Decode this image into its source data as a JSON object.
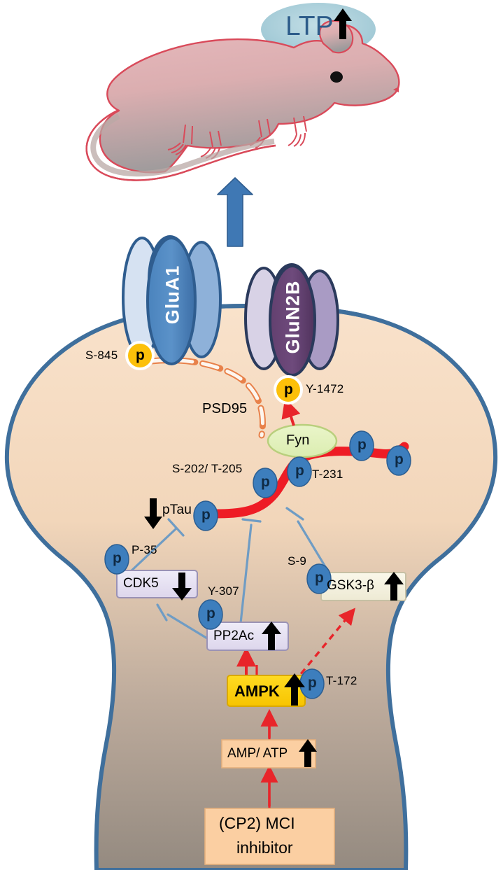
{
  "figure": {
    "title": "CP2 MCI inhibitor signaling pathway in neuron",
    "background": "#ffffff"
  },
  "colors": {
    "membrane_outline": "#3f6f9c",
    "cytosol_top": "#f7ddc3",
    "cytosol_bottom": "#9b9086",
    "glua1_core": "#3f78b4",
    "glua1_side_light": "#d6e2f2",
    "glua1_side_mid": "#8eb1d9",
    "glun2b_core": "#5b3a72",
    "glun2b_side_light": "#d8d2e6",
    "glun2b_side_mid": "#a99bc4",
    "phospho_yellow": "#fcc00a",
    "phospho_blue": "#3d7ebd",
    "tau_red": "#ee1c25",
    "activation_arrow": "#e8252a",
    "inhibition_line": "#6f9cc4",
    "ampk_yellow": "#ffd60a",
    "box_lavender": "#e2ddf0",
    "box_cream": "#f3f0df",
    "box_peach": "#fbcfa2",
    "ltp_ellipse": "#a8cdd8",
    "fyn_green": "#e2f0bb",
    "psd95_outline": "#e8814a",
    "mouse_outline": "#d94a5a",
    "big_arrow_blue": "#3f78b4",
    "black": "#000000"
  },
  "ltp": {
    "label": "LTP",
    "trend_icon": "up-arrow-icon",
    "trend": "up"
  },
  "animal": {
    "name": "mouse-illustration",
    "eye": "eye-dot"
  },
  "big_arrow": {
    "name": "upward-outcome-arrow",
    "direction": "up"
  },
  "receptors": [
    {
      "id": "glua1",
      "label": "GluA1",
      "phospho_site": "S-845",
      "phospho_glyph": "p",
      "phospho_color": "yellow"
    },
    {
      "id": "glun2b",
      "label": "GluN2B",
      "phospho_site": "Y-1472",
      "phospho_glyph": "p",
      "phospho_color": "yellow"
    }
  ],
  "scaffold": {
    "label": "PSD95"
  },
  "kinase_fyn": {
    "label": "Fyn"
  },
  "tau": {
    "label": "pTau",
    "trend": "down",
    "trend_icon": "down-arrow-icon",
    "phospho_glyph": "p",
    "sites": [
      {
        "label": "S-202/ T-205"
      },
      {
        "label": "T-231"
      }
    ],
    "phospho_count": 5
  },
  "nodes": [
    {
      "id": "cdk5",
      "label": "CDK5",
      "trend": "down",
      "trend_icon": "down-arrow-icon",
      "phospho_site": "P-35",
      "phospho_glyph": "p",
      "style": "lavender"
    },
    {
      "id": "pp2ac",
      "label": "PP2Ac",
      "trend": "up",
      "trend_icon": "up-arrow-icon",
      "phospho_site": "Y-307",
      "phospho_glyph": "p",
      "style": "lavender"
    },
    {
      "id": "gsk3b",
      "label": "GSK3-β",
      "trend": "up",
      "trend_icon": "up-arrow-icon",
      "phospho_site": "S-9",
      "phospho_glyph": "p",
      "style": "cream"
    },
    {
      "id": "ampk",
      "label": "AMPK",
      "trend": "up",
      "trend_icon": "up-arrow-icon",
      "phospho_site": "T-172",
      "phospho_glyph": "p",
      "style": "yellow"
    },
    {
      "id": "amp_atp",
      "label": "AMP/ ATP",
      "trend": "up",
      "trend_icon": "up-arrow-icon",
      "style": "peach"
    },
    {
      "id": "cp2",
      "label_line1": "(CP2) MCI",
      "label_line2": "inhibitor",
      "style": "peach"
    }
  ],
  "edges": [
    {
      "from": "fyn",
      "to": "glun2b-p",
      "kind": "activation"
    },
    {
      "from": "cdk5",
      "to": "tau",
      "kind": "inhibition"
    },
    {
      "from": "pp2ac",
      "to": "tau",
      "kind": "inhibition"
    },
    {
      "from": "gsk3b",
      "to": "tau",
      "kind": "inhibition"
    },
    {
      "from": "pp2ac",
      "to": "cdk5",
      "kind": "inhibition"
    },
    {
      "from": "ampk",
      "to": "pp2ac",
      "kind": "activation"
    },
    {
      "from": "ampk",
      "to": "gsk3b",
      "kind": "activation-dashed"
    },
    {
      "from": "amp_atp",
      "to": "ampk",
      "kind": "activation"
    },
    {
      "from": "cp2",
      "to": "amp_atp",
      "kind": "activation"
    }
  ]
}
